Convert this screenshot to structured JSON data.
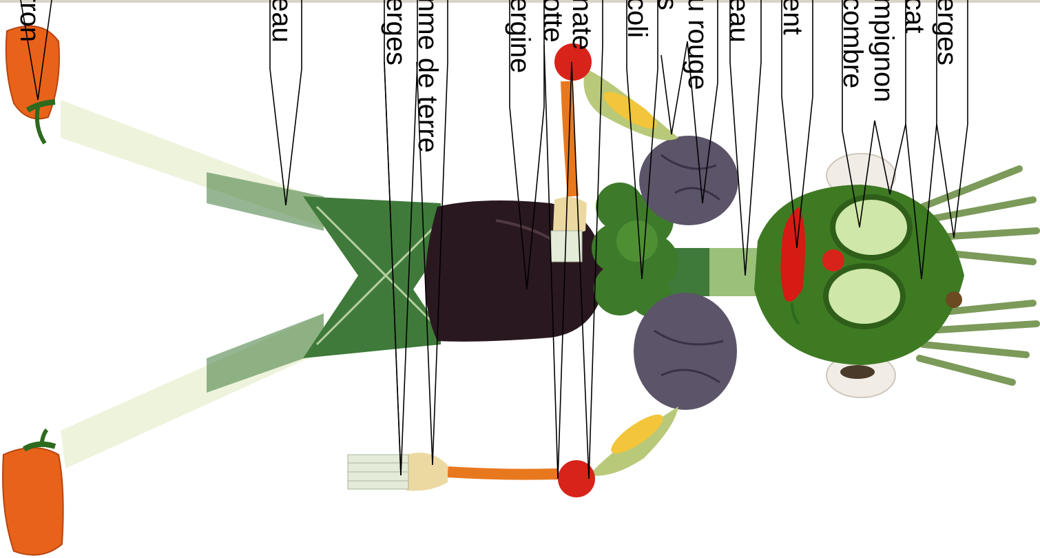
{
  "labels": {
    "poivron": "rron",
    "poireau_jambes": "eau",
    "asperges_mains": "erges",
    "pomme_de_terre": "nme de terre",
    "aubergine": "ergine",
    "carotte": "otte",
    "tomate": "nate",
    "brocoli": "coli",
    "mais": "s",
    "chou_rouge": "u rouge",
    "poireau_cou": "eau",
    "piment": "ent",
    "concombre": "combre",
    "champignon": "mpignon",
    "avocat": "cat",
    "asperges_cheveux": "erges"
  },
  "colors": {
    "poivron": "#e8621a",
    "poireau_vert": "#3f7a3a",
    "poireau_blanc": "#eef3dc",
    "aubergine": "#2a1820",
    "carotte": "#e8781e",
    "tomate": "#d8231a",
    "brocoli": "#3d7a2a",
    "chou_rouge": "#5c5468",
    "mais": "#f2c53a",
    "avocat": "#3e7a22",
    "concombre": "#cfe7a8",
    "piment": "#d61a14",
    "asperge": "#7c9a5a",
    "champignon": "#f1ece6",
    "pomme_de_terre": "#ecd9a2"
  }
}
